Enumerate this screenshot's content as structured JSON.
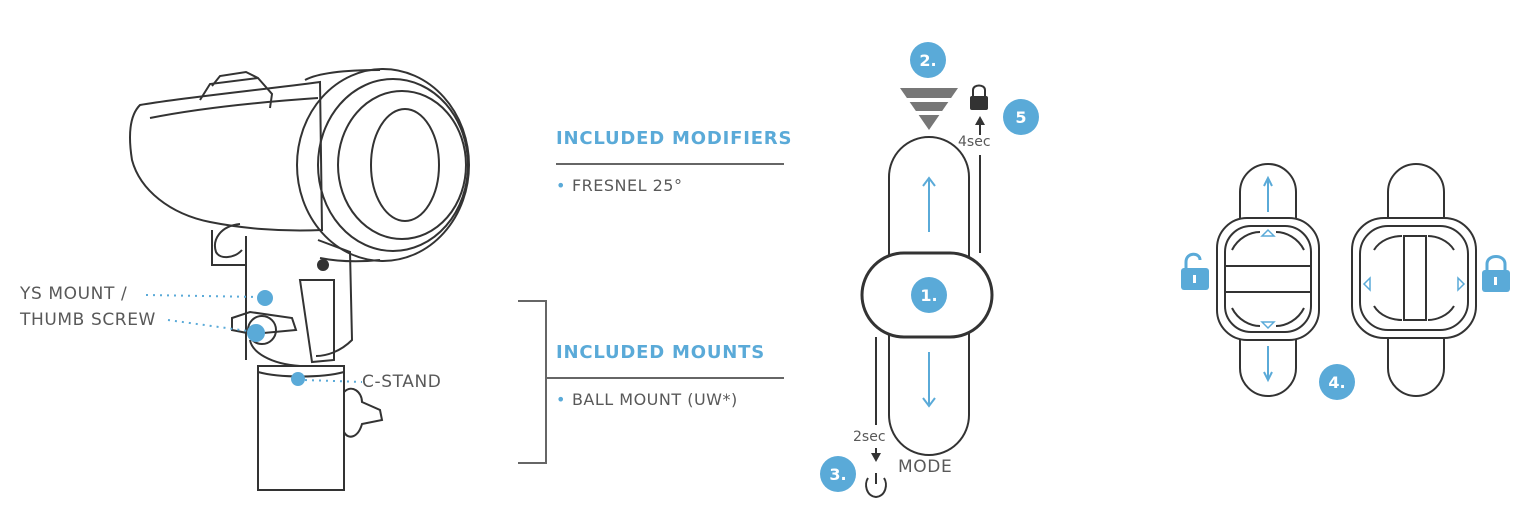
{
  "callouts": {
    "ys_mount": "YS MOUNT /",
    "thumb_screw": "THUMB SCREW",
    "c_stand": "C-STAND"
  },
  "modifiers": {
    "heading": "INCLUDED  MODIFIERS",
    "items": [
      "FRESNEL 25°"
    ]
  },
  "mounts": {
    "heading": "INCLUDED MOUNTS",
    "items": [
      "BALL MOUNT (UW*)"
    ]
  },
  "switch": {
    "steps": [
      "1.",
      "2.",
      "3.",
      "4.",
      "5"
    ],
    "hold_4": "4sec",
    "hold_2": "2sec",
    "mode": "MODE"
  },
  "colors": {
    "accent": "#5aaad8",
    "line": "#3a3a3a",
    "text": "#595959"
  }
}
